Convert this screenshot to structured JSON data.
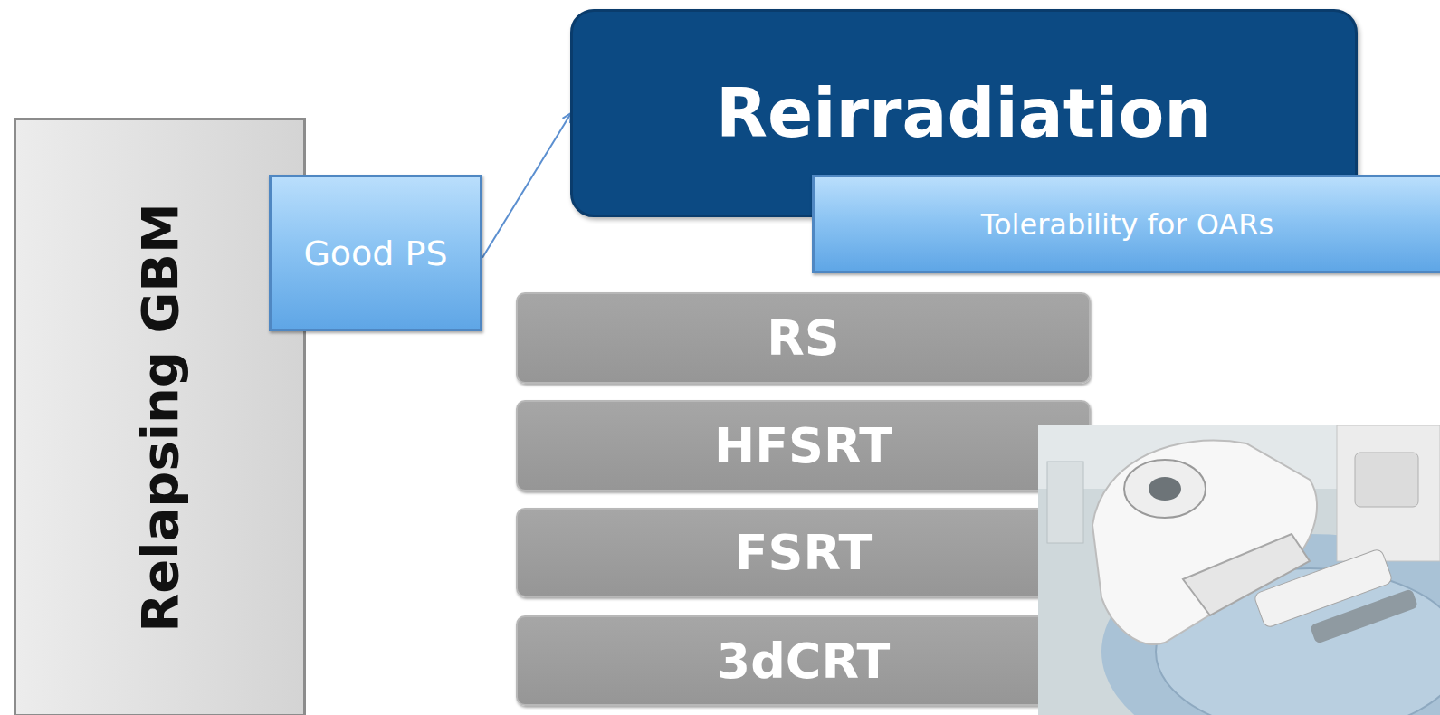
{
  "diagram": {
    "nodes": [
      {
        "text": [
          "Relapsing GBM"
        ]
      },
      {
        "text": [
          "Good PS"
        ]
      },
      {
        "text": [
          "Reirradiation"
        ]
      },
      {
        "text": [
          "Tolerability for OARs"
        ]
      },
      {
        "text": [
          "RS"
        ]
      },
      {
        "text": [
          "HFSRT"
        ]
      },
      {
        "text": [
          "FSRT"
        ]
      },
      {
        "text": [
          "3dCRT"
        ]
      }
    ],
    "edges": [
      {
        "from": 1,
        "to": 2,
        "arrow": "to"
      }
    ]
  }
}
